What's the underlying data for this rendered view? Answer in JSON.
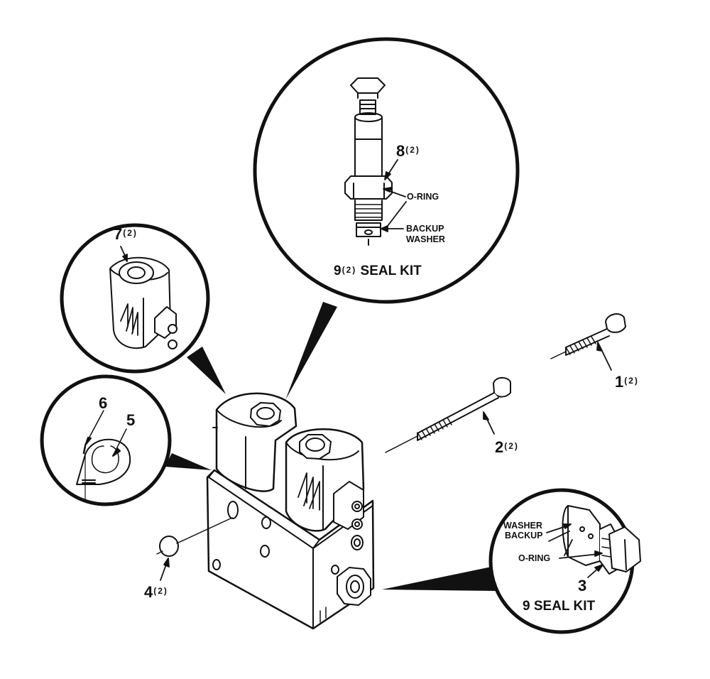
{
  "callouts": {
    "c1": {
      "num": "1",
      "qty": "(2)"
    },
    "c2": {
      "num": "2",
      "qty": "(2)"
    },
    "c3": {
      "num": "3"
    },
    "c4": {
      "num": "4",
      "qty": "(2)"
    },
    "c5": {
      "num": "5"
    },
    "c6": {
      "num": "6"
    },
    "c7": {
      "num": "7",
      "qty": "(2)"
    },
    "c8": {
      "num": "8",
      "qty": "(2)"
    },
    "c9_top": {
      "num": "9",
      "qty": "(2)",
      "text": "SEAL KIT"
    },
    "c9_right": {
      "num": "9",
      "text": "SEAL KIT"
    }
  },
  "notes": {
    "o_ring_top": "O-RING",
    "backup_top": "BACKUP",
    "washer_top": "WASHER",
    "washer_right": "WASHER",
    "backup_right": "BACKUP",
    "o_ring_right": "O-RING"
  }
}
